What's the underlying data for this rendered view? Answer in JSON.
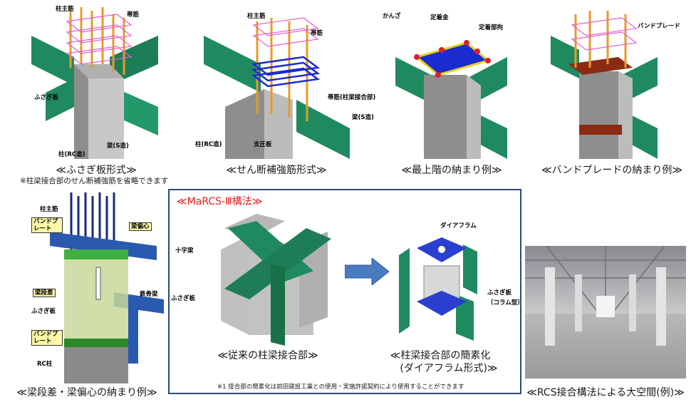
{
  "panels": [
    {
      "id": "fusagi",
      "caption": "≪ふさぎ板形式≫",
      "note": "※柱梁接合部のせん断補強筋を省略できます",
      "labels": [
        "柱主筋",
        "帯筋",
        "ふさぎ板",
        "柱(RC造)",
        "梁(S造)"
      ]
    },
    {
      "id": "sendan",
      "caption": "≪せん断補強筋形式≫",
      "labels": [
        "柱主筋",
        "帯筋",
        "帯筋(柱梁接合部)",
        "梁(S造)",
        "柱(RC造)",
        "支圧板"
      ]
    },
    {
      "id": "saijokai",
      "caption": "≪最上階の納まり例≫",
      "labels": [
        "かんざ",
        "定着金",
        "定着部拘"
      ]
    },
    {
      "id": "band",
      "caption": "≪バンドプレードの納まり例≫",
      "labels": [
        "バンドプレード"
      ]
    },
    {
      "id": "dansa",
      "caption": "≪梁段差・梁偏心の納まり例≫",
      "labels": [
        "柱主筋",
        "バンドプレート",
        "梁偏心",
        "梁段差",
        "鉄骨梁",
        "ふさぎ板",
        "バンドプレート",
        "RC柱"
      ]
    },
    {
      "id": "marcs",
      "title": "≪MaRCS-Ⅲ構法≫",
      "caption_left": "≪従来の柱梁接合部≫",
      "caption_right_1": "≪柱梁接合部の簡素化",
      "caption_right_2": "(ダイアフラム形式)≫",
      "labels": [
        "十字梁",
        "ふさぎ板",
        "ダイアフラム",
        "ふさぎ板",
        "〔コラム型〕"
      ],
      "note": "※1 接合部の簡素化は前田建設工業との使用・実施許諾契約により使用することができます"
    },
    {
      "id": "space",
      "caption": "≪RCS接合構法による大空間(例)≫"
    }
  ],
  "colors": {
    "beam_green": "#1f8a60",
    "column_grey": "#9a9a9a",
    "rebar_orange": "#e89a2a",
    "hoop_magenta": "#e060d0",
    "band_blue": "#1a2bd0",
    "frame_border": "#2e4a7a",
    "title_red": "#e0201a"
  }
}
